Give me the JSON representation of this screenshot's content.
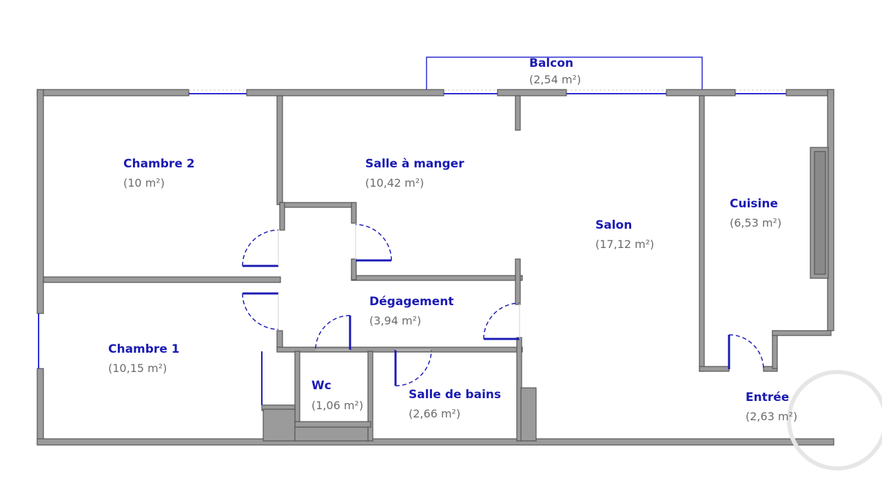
{
  "rooms": {
    "balcon": {
      "name": "Balcon",
      "area": "(2,54 m²)"
    },
    "chambre2": {
      "name": "Chambre 2",
      "area": "(10 m²)"
    },
    "salle": {
      "name": "Salle à manger",
      "area": "(10,42 m²)"
    },
    "salon": {
      "name": "Salon",
      "area": "(17,12 m²)"
    },
    "cuisine": {
      "name": "Cuisine",
      "area": "(6,53 m²)"
    },
    "degage": {
      "name": "Dégagement",
      "area": "(3,94 m²)"
    },
    "chambre1": {
      "name": "Chambre 1",
      "area": "(10,15 m²)"
    },
    "wc": {
      "name": "Wc",
      "area": "(1,06 m²)"
    },
    "bains": {
      "name": "Salle de bains",
      "area": "(2,66 m²)"
    },
    "entree": {
      "name": "Entrée",
      "area": "(2,63 m²)"
    }
  },
  "colors": {
    "wall": "#9b9b9b",
    "wall_outline": "#555555",
    "window": "#2a2ad0",
    "door": "#1a1ab4",
    "name_text": "#1a1ab4",
    "area_text": "#6b6b6b"
  }
}
